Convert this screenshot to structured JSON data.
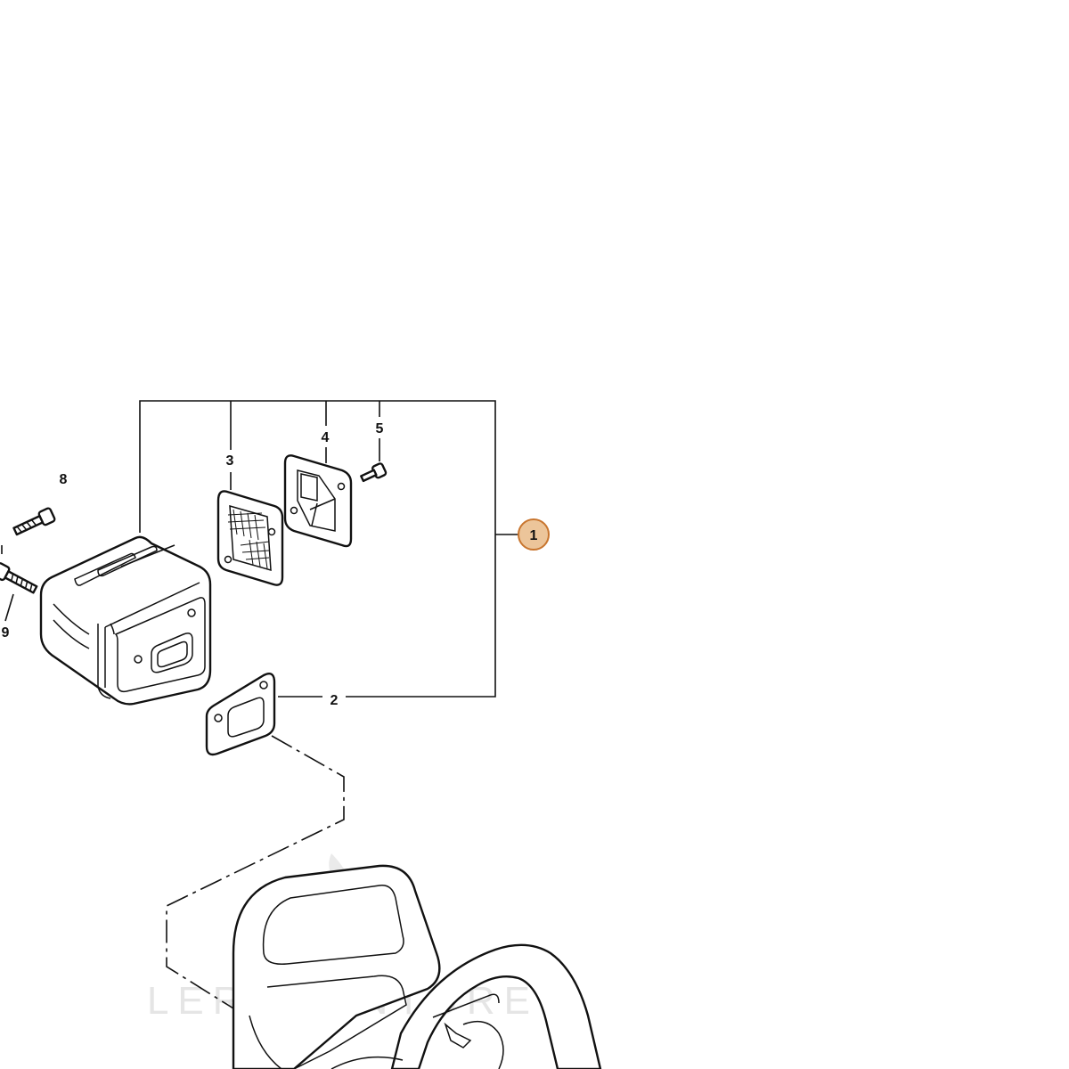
{
  "callouts": {
    "c1": "1",
    "c2": "2",
    "c3": "3",
    "c4": "4",
    "c5": "5",
    "c8": "8",
    "c9": "9"
  },
  "watermark": {
    "text": "LEROVENTURE"
  },
  "colors": {
    "callout_fill": "#ecc59a",
    "callout_stroke": "#c8752e",
    "line": "#111111",
    "watermark": "#e3e3e3"
  }
}
